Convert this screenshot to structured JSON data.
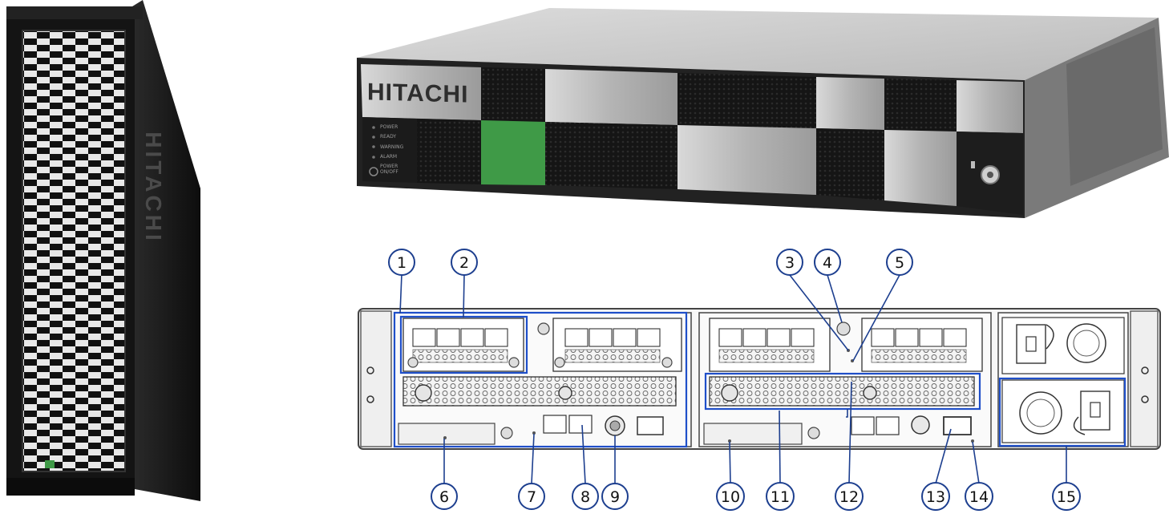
{
  "brand": {
    "rack_logo": "HITACHI",
    "chassis_logo": "HITACHI"
  },
  "front_panel": {
    "leds": [
      "POWER",
      "READY",
      "WARNING",
      "ALARM",
      "POWER ON/OFF"
    ]
  },
  "callouts": [
    "1",
    "2",
    "3",
    "4",
    "5",
    "6",
    "7",
    "8",
    "9",
    "10",
    "11",
    "12",
    "13",
    "14",
    "15"
  ],
  "colors": {
    "callout_stroke": "#1d3f8f",
    "highlight_box": "#1f4fc9",
    "accent_green": "#3f9a47",
    "rack_black": "#1a1a1a",
    "silver": "#c9c9c9"
  }
}
